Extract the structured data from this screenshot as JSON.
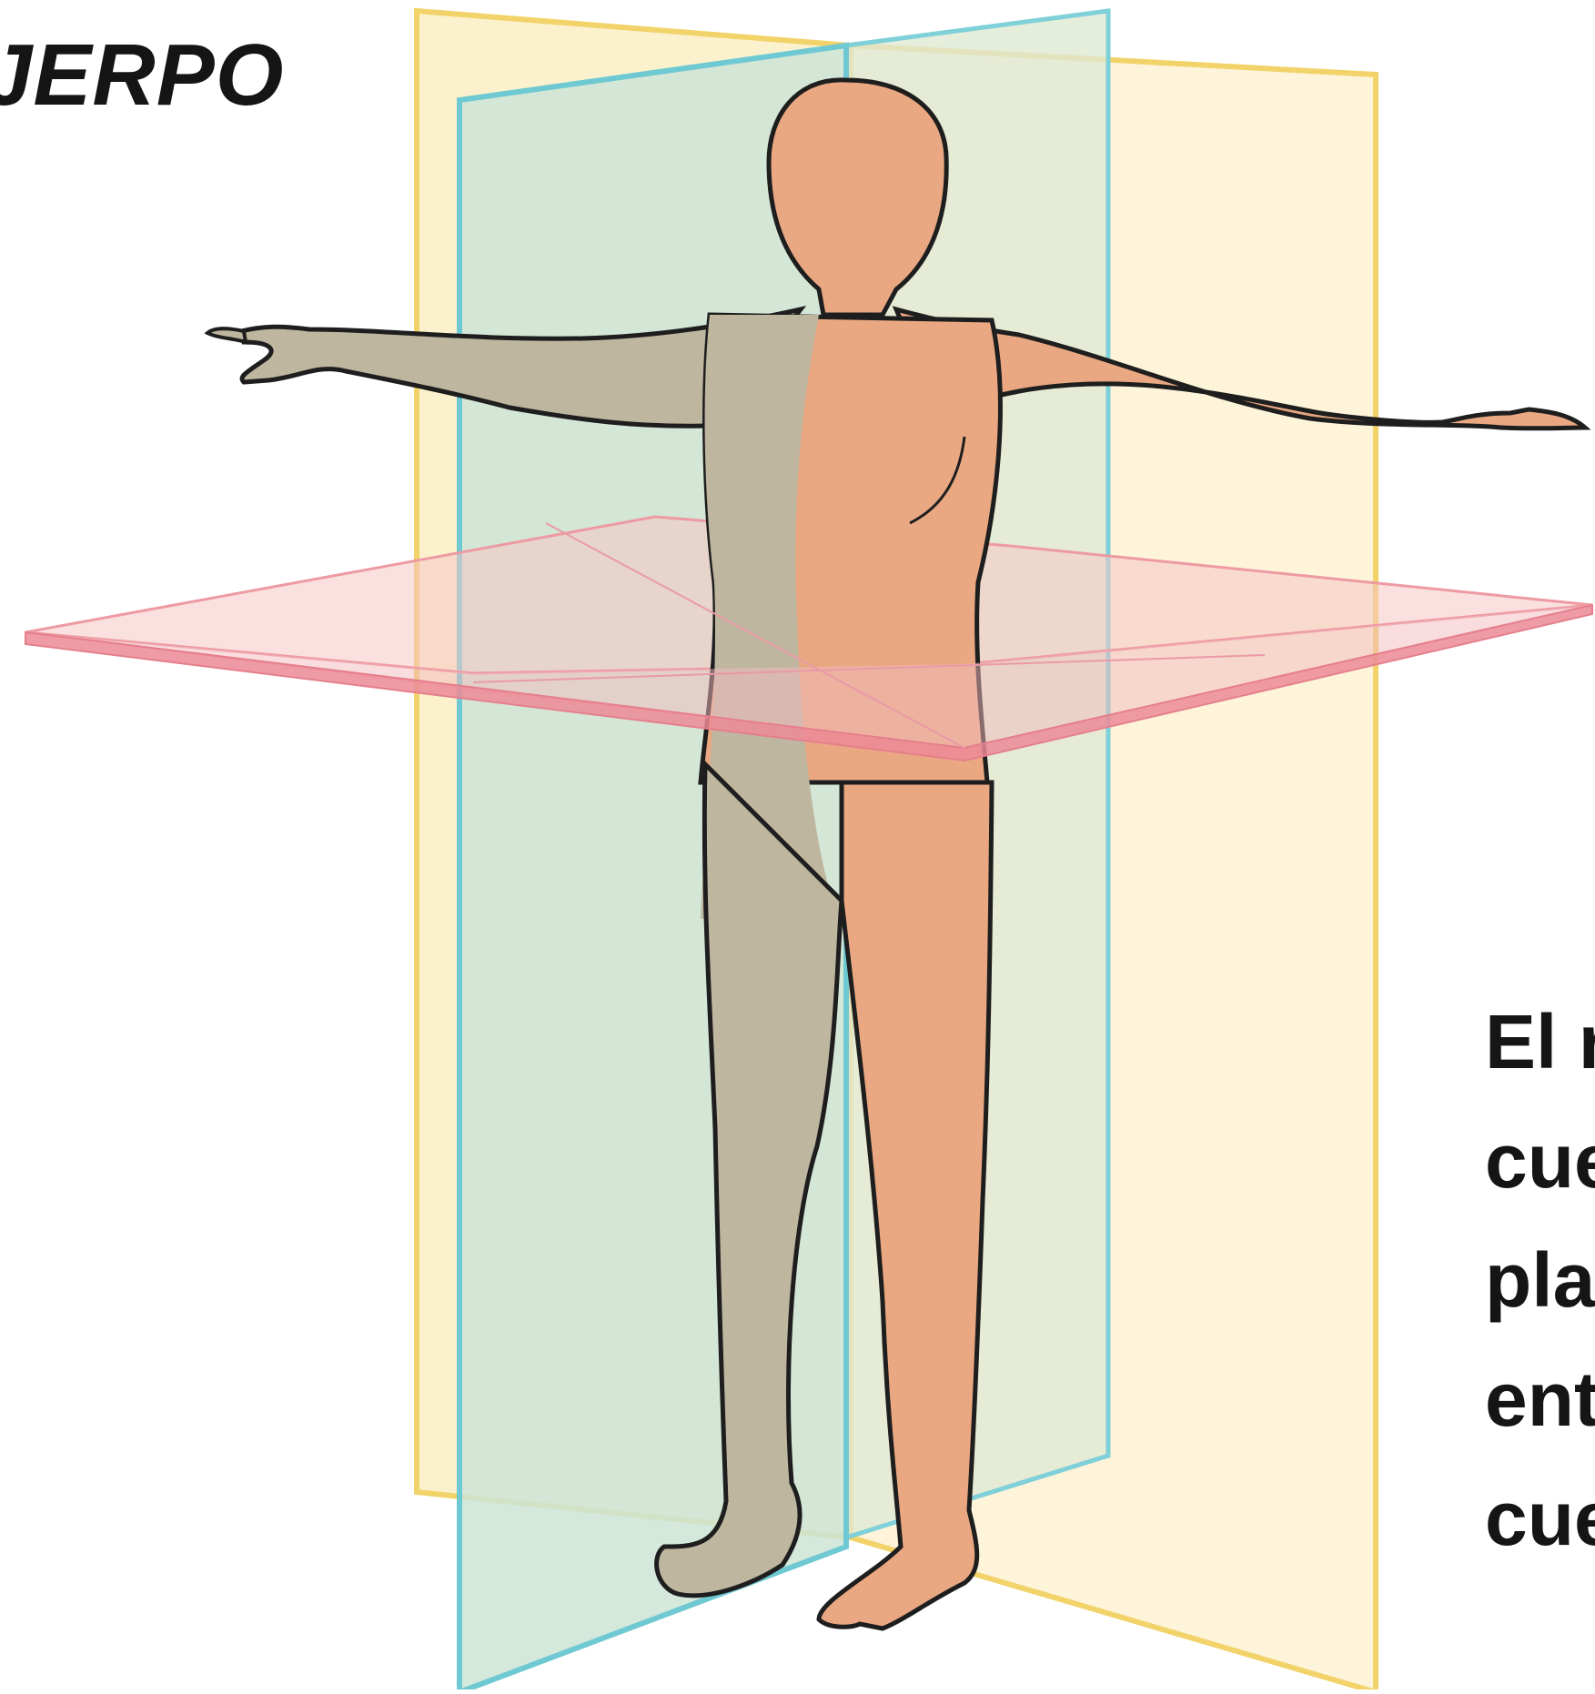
{
  "title": "JERPO",
  "caption": {
    "lines": [
      "El r",
      "cue",
      "pla",
      "ent",
      "cue"
    ]
  },
  "colors": {
    "coronal_plane": "#f6e07a",
    "sagittal_plane": "#6fc9d3",
    "transverse_plane": "#ec8a96",
    "body_skin": "#e9a882",
    "body_shadow": "#b9b3a0",
    "outline": "#1e1e1e"
  }
}
